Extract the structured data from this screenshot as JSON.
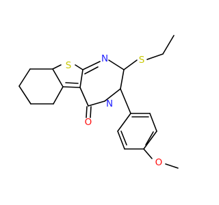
{
  "molecule": {
    "atoms": {
      "S_thiophene": {
        "symbol": "S",
        "color": "#C8C800"
      },
      "N_top": {
        "symbol": "N",
        "color": "#2020FF"
      },
      "S_thioether": {
        "symbol": "S",
        "color": "#C8C800"
      },
      "N_ring": {
        "symbol": "N",
        "color": "#2020FF"
      },
      "O_carbonyl": {
        "symbol": "O",
        "color": "#FF0D0D"
      },
      "O_methoxy": {
        "symbol": "O",
        "color": "#FF0D0D"
      }
    },
    "bond_color": "#000000",
    "background": "#FFFFFF"
  }
}
